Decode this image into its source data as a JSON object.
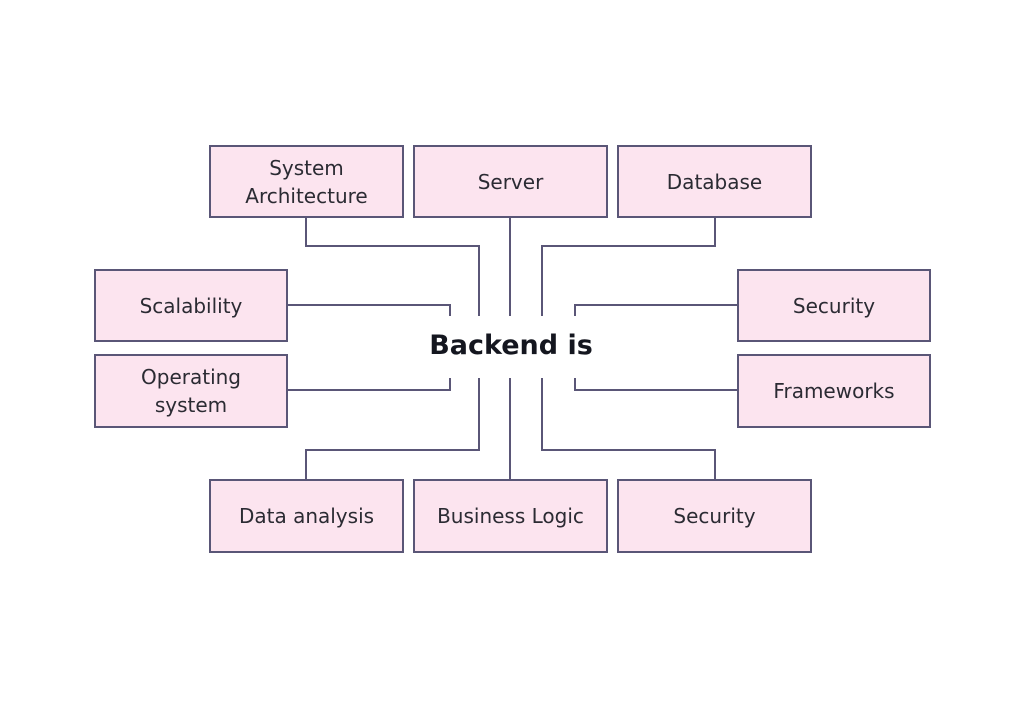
{
  "center": {
    "label": "Backend is"
  },
  "nodes": {
    "top": [
      {
        "label": "System\nArchitecture"
      },
      {
        "label": "Server"
      },
      {
        "label": "Database"
      }
    ],
    "left": [
      {
        "label": "Scalability"
      },
      {
        "label": "Operating\nsystem"
      }
    ],
    "right": [
      {
        "label": "Security"
      },
      {
        "label": "Frameworks"
      }
    ],
    "bottom": [
      {
        "label": "Data analysis"
      },
      {
        "label": "Business Logic"
      },
      {
        "label": "Security"
      }
    ]
  },
  "colors": {
    "node_fill": "#fce4ef",
    "node_border": "#5a5677",
    "connector": "#5a5677",
    "center_text": "#14161f"
  }
}
